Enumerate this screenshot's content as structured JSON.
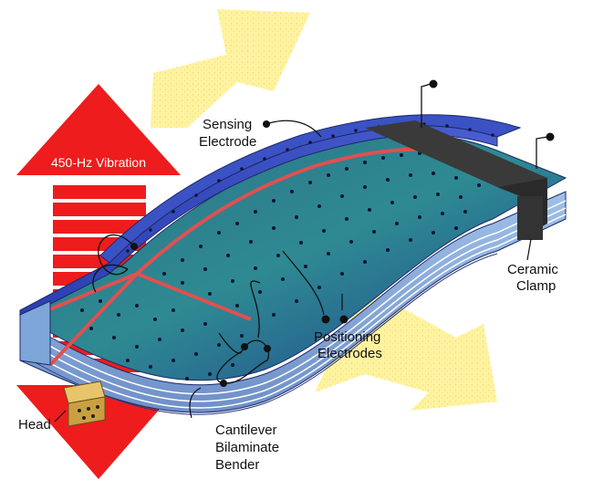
{
  "arrow_label": "450-Hz Vibration",
  "labels": {
    "sensing": [
      "Sensing",
      "Electrode"
    ],
    "ceramic": [
      "Ceramic",
      "Clamp"
    ],
    "positioning": [
      "Positioning",
      "Electrodes"
    ],
    "cantilever": [
      "Cantilever",
      "Bilaminate",
      "Bender"
    ],
    "head": "Head"
  },
  "colors": {
    "arrow_red": "#ee1c1c",
    "yellow": "#fff3a0",
    "beam_blue": "#3a4fb8",
    "panel_teal": "#2a7a8e",
    "gap_red": "#e05050",
    "clamp": "#3a3a3a",
    "head": "#d8b455"
  }
}
